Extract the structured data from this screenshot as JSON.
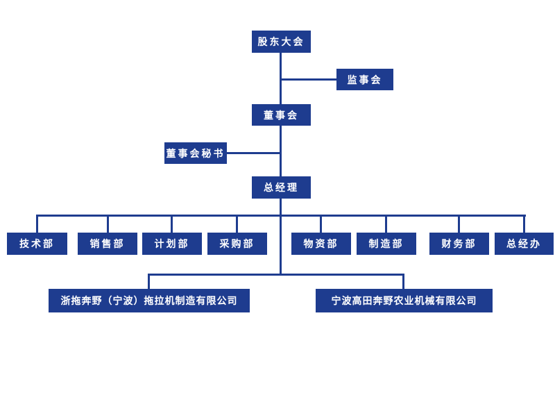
{
  "chart": {
    "type": "org-chart",
    "accent_color": "#1e3c8f",
    "text_color": "#ffffff",
    "nodes": {
      "shareholders": "股东大会",
      "supervisory": "监事会",
      "board": "董事会",
      "board_secretary": "董事会秘书",
      "general_manager": "总经理",
      "departments": [
        "技术部",
        "销售部",
        "计划部",
        "采购部",
        "物资部",
        "制造部",
        "财务部",
        "总经办"
      ],
      "subsidiaries": [
        "浙拖奔野（宁波）拖拉机制造有限公司",
        "宁波高田奔野农业机械有限公司"
      ]
    }
  }
}
